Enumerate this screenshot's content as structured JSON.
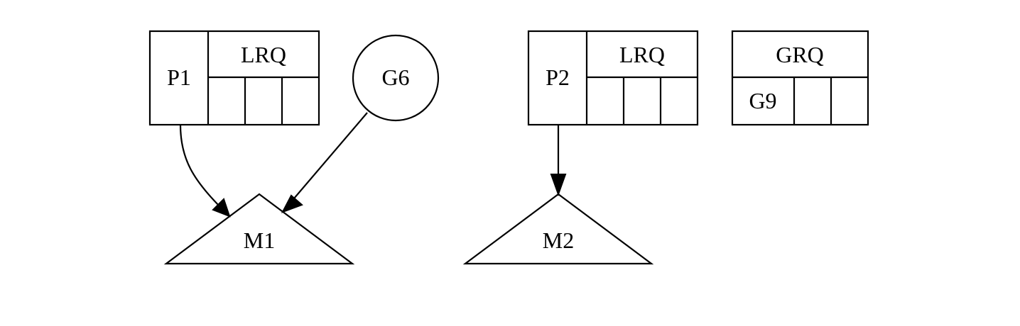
{
  "nodes": {
    "p1": {
      "label": "P1",
      "queue_label": "LRQ"
    },
    "g6": {
      "label": "G6"
    },
    "m1": {
      "label": "M1"
    },
    "p2": {
      "label": "P2",
      "queue_label": "LRQ"
    },
    "m2": {
      "label": "M2"
    },
    "grq": {
      "label": "GRQ",
      "slots": [
        "G9",
        "",
        ""
      ]
    }
  },
  "edges": [
    {
      "from": "P1",
      "to": "M1"
    },
    {
      "from": "G6",
      "to": "M1"
    },
    {
      "from": "P2",
      "to": "M2"
    }
  ]
}
